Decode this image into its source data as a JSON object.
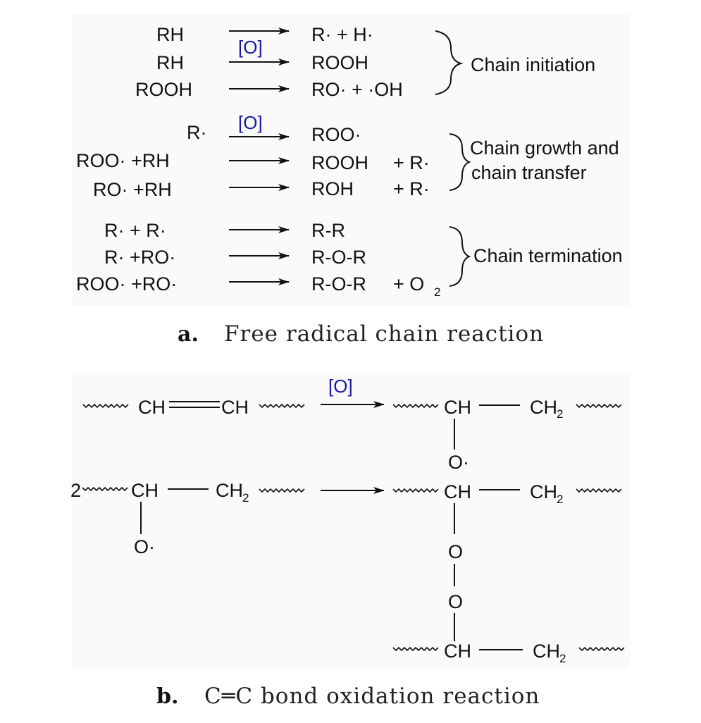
{
  "panel_a": {
    "initiation": {
      "rows": [
        {
          "left": "RH",
          "right": "R·  + H·"
        },
        {
          "left": "RH",
          "cond": "[O]",
          "right": "ROOH"
        },
        {
          "left": "ROOH",
          "right": "RO·  +  ·OH"
        }
      ],
      "label": "Chain initiation"
    },
    "growth": {
      "rows": [
        {
          "left": "R·",
          "cond": "[O]",
          "right": "ROO·"
        },
        {
          "left": "ROO·  +RH",
          "right": "ROOH",
          "extra": "+ R·"
        },
        {
          "left": "RO·  +RH",
          "right": "ROH",
          "extra": "+ R·"
        }
      ],
      "label_line1": "Chain growth and",
      "label_line2": "chain transfer"
    },
    "termination": {
      "rows": [
        {
          "left": "R·  +  R·",
          "right": "R-R"
        },
        {
          "left": "R·  +RO·",
          "right": "R-O-R"
        },
        {
          "left": "ROO·  +RO·",
          "right": "R-O-R",
          "extra": "+ O"
        }
      ],
      "extra_sub": "2",
      "label": "Chain termination"
    },
    "caption_letter": "a.",
    "caption_text": "Free radical chain reaction"
  },
  "panel_b": {
    "reaction1": {
      "left_a": "CH",
      "left_b": "CH",
      "cond": "[O]",
      "right_ch": "CH",
      "right_ch2": "CH",
      "right_ch2_sub": "2",
      "radical": "O·"
    },
    "reaction2": {
      "coef": "2",
      "left_ch": "CH",
      "left_ch2": "CH",
      "left_ch2_sub": "2",
      "left_radical": "O·",
      "right_ch_top": "CH",
      "right_ch2_top": "CH",
      "right_ch2_top_sub": "2",
      "peroxide_o1": "O",
      "peroxide_o2": "O",
      "right_ch_bottom": "CH",
      "right_ch2_bottom": "CH",
      "right_ch2_bottom_sub": "2"
    },
    "caption_letter": "b.",
    "caption_text": "C═C bond oxidation reaction"
  }
}
